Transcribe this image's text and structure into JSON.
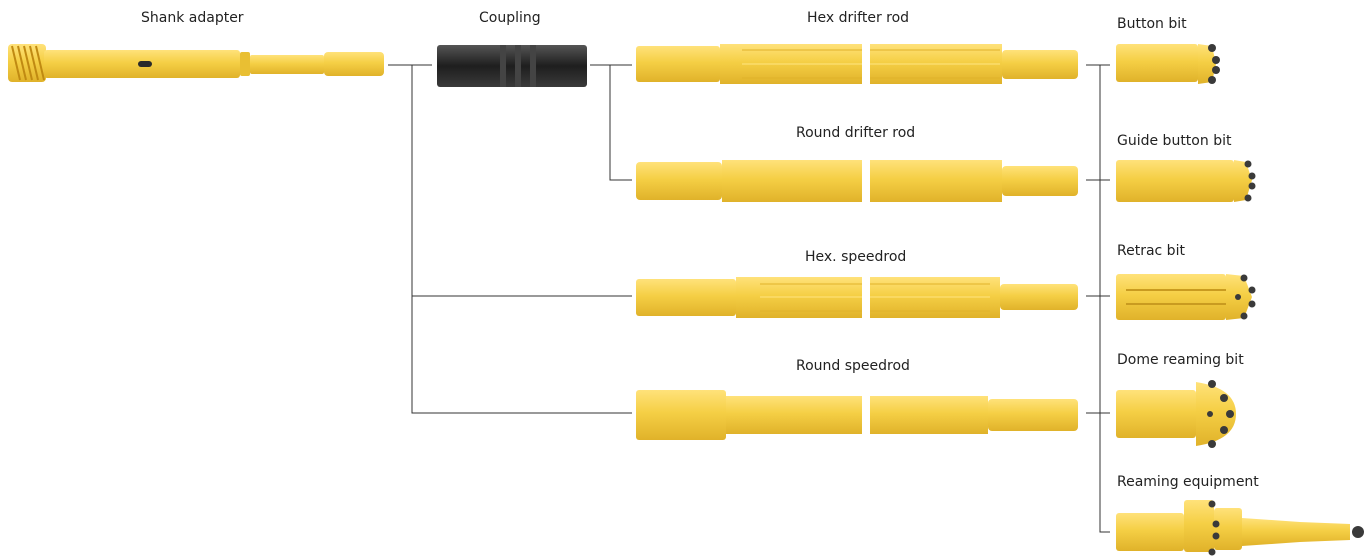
{
  "labels": {
    "shank_adapter": "Shank adapter",
    "coupling": "Coupling",
    "hex_drifter_rod": "Hex drifter rod",
    "round_drifter_rod": "Round drifter rod",
    "hex_speedrod": "Hex. speedrod",
    "round_speedrod": "Round speedrod",
    "button_bit": "Button bit",
    "guide_button_bit": "Guide button bit",
    "retrac_bit": "Retrac bit",
    "dome_reaming_bit": "Dome reaming bit",
    "reaming_equipment": "Reaming equipment"
  },
  "colors": {
    "steel_yellow": "#f5cf45",
    "steel_shadow": "#e3b62c",
    "steel_highlight": "#ffe27a",
    "coupling_black": "#2a2a2a",
    "connector_line": "#333333",
    "carbide_button": "#3a3a3a",
    "thread_orange": "#d9a020"
  }
}
